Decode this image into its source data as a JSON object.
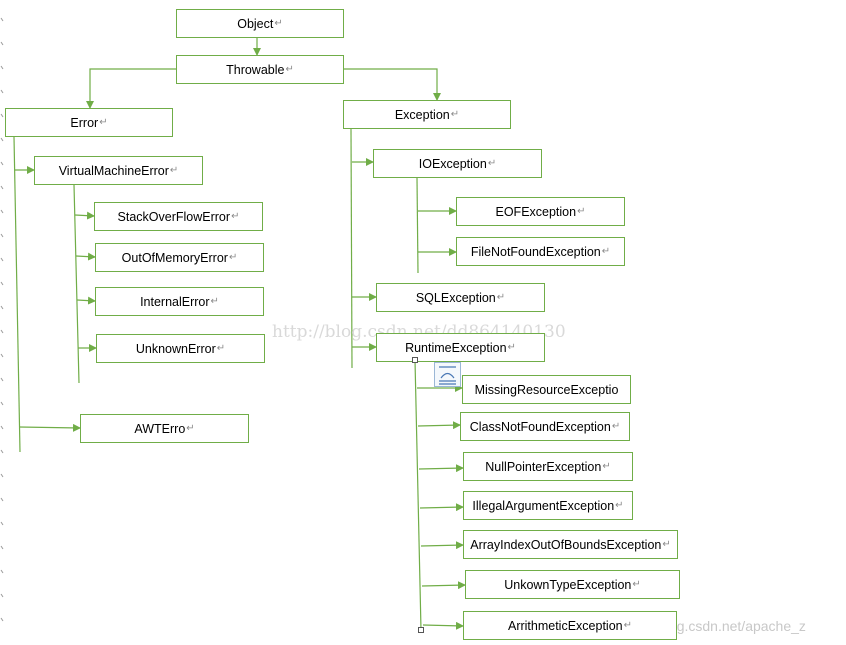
{
  "diagram": {
    "nodes": {
      "object": "Object",
      "throwable": "Throwable",
      "error": "Error",
      "exception": "Exception",
      "vm_error": "VirtualMachineError",
      "stack_overflow": "StackOverFlowError",
      "out_of_memory": "OutOfMemoryError",
      "internal_error": "InternalError",
      "unknown_error": "UnknownError",
      "awt_error": "AWTErro",
      "io_exception": "IOException",
      "eof_exception": "EOFException",
      "file_not_found": "FileNotFoundException",
      "sql_exception": "SQLException",
      "runtime_exception": "RuntimeException",
      "missing_resource": "MissingResourceExceptio",
      "class_not_found": "ClassNotFoundException",
      "null_pointer": "NullPointerException",
      "illegal_argument": "IllegalArgumentException",
      "array_index": "ArrayIndexOutOfBoundsException",
      "unknown_type": "UnkownTypeException",
      "arithmetic": "ArrithmeticException"
    },
    "paragraph_mark": "↵",
    "line_color": "#70ad47"
  },
  "watermarks": {
    "center": "http://blog.csdn.net/dd864140130",
    "bottom_right": "https://blog.csdn.net/apache_z"
  }
}
